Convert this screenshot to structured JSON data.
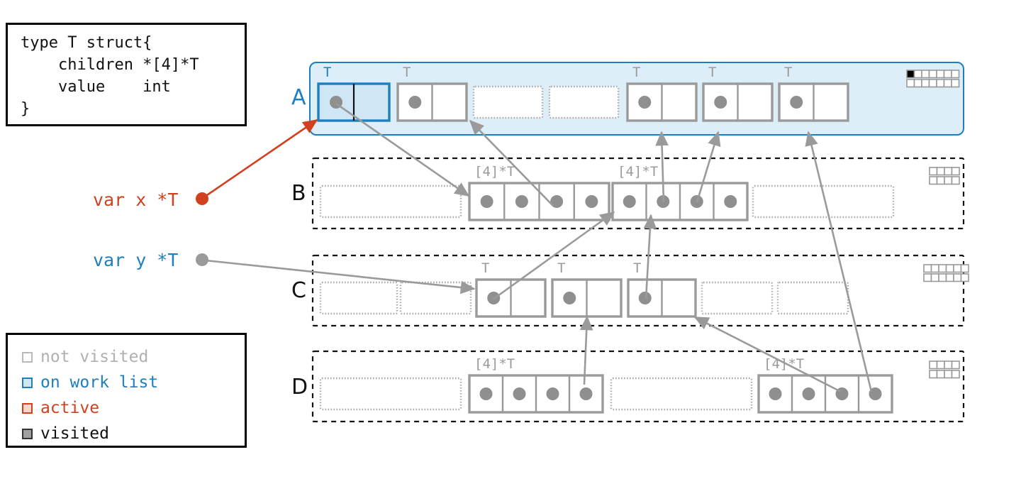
{
  "title": "Go garbage collector heap scan diagram",
  "code_box": {
    "name": "type-definition",
    "text": "type T struct{\n    children *[4]*T\n    value    int\n}"
  },
  "legend": {
    "title": "state legend",
    "items": [
      {
        "label": "not visited",
        "border": "#b9b9b9",
        "fill": "#ffffff",
        "text_color": "#b0b0b0"
      },
      {
        "label": "on work list",
        "border": "#1c7fc0",
        "fill": "#cfe6f5",
        "text_color": "#1c7fc0"
      },
      {
        "label": "active",
        "border": "#d1401f",
        "fill": "#f7d6cd",
        "text_color": "#d1401f"
      },
      {
        "label": "visited",
        "border": "#333333",
        "fill": "#a0a0a0",
        "text_color": "#111111"
      }
    ]
  },
  "variables": [
    {
      "name": "var-x",
      "label": "var x *T",
      "color": "#d1401f",
      "dot_color": "#d1401f",
      "points_to": "A.slot1"
    },
    {
      "name": "var-y",
      "label": "var y *T",
      "color": "#1c7fc0",
      "dot_color": "#9a9a9a",
      "points_to": "C.slot3"
    }
  ],
  "colors": {
    "accent_blue": "#1c7fc0",
    "accent_red": "#d1401f",
    "gray_border": "#9a9a9a",
    "gray_dot": "#8f8f8f",
    "span_a_fill": "#ddeef9",
    "span_a_border": "#1c7fc0",
    "selected_fill": "#cfe6f5",
    "black": "#111111"
  },
  "spans": [
    {
      "name": "span-A",
      "label": "A",
      "label_color": "#1c7fc0",
      "state": "on-work-list",
      "border_style": "solid",
      "object_type": "T",
      "bitmap": {
        "rows": 2,
        "cols": 7,
        "filled": [
          0
        ]
      },
      "slots": [
        {
          "index": 0,
          "kind": "object",
          "type_label": "T",
          "state": "on-work-list",
          "cells": 2,
          "dots": [
            0
          ]
        },
        {
          "index": 1,
          "kind": "object",
          "type_label": "T",
          "state": "not-visited",
          "cells": 2,
          "dots": [
            0
          ]
        },
        {
          "index": 2,
          "kind": "free",
          "type_label": "",
          "state": "free",
          "cells": 0,
          "dots": []
        },
        {
          "index": 3,
          "kind": "free",
          "type_label": "",
          "state": "free",
          "cells": 0,
          "dots": []
        },
        {
          "index": 4,
          "kind": "object",
          "type_label": "T",
          "state": "not-visited",
          "cells": 2,
          "dots": [
            0
          ]
        },
        {
          "index": 5,
          "kind": "object",
          "type_label": "T",
          "state": "not-visited",
          "cells": 2,
          "dots": [
            0
          ]
        },
        {
          "index": 6,
          "kind": "object",
          "type_label": "T",
          "state": "not-visited",
          "cells": 2,
          "dots": [
            0
          ]
        }
      ]
    },
    {
      "name": "span-B",
      "label": "B",
      "label_color": "#111111",
      "state": "not-visited",
      "border_style": "dashed",
      "object_type": "[4]*T",
      "bitmap": {
        "rows": 2,
        "cols": 4,
        "filled": []
      },
      "slots": [
        {
          "index": 0,
          "kind": "free",
          "type_label": "",
          "state": "free",
          "cells": 0,
          "dots": []
        },
        {
          "index": 1,
          "kind": "object",
          "type_label": "[4]*T",
          "state": "not-visited",
          "cells": 4,
          "dots": [
            0,
            1,
            2,
            3
          ]
        },
        {
          "index": 2,
          "kind": "object",
          "type_label": "[4]*T",
          "state": "not-visited",
          "cells": 4,
          "dots": [
            0,
            1,
            2,
            3
          ]
        },
        {
          "index": 3,
          "kind": "free",
          "type_label": "",
          "state": "free",
          "cells": 0,
          "dots": []
        }
      ]
    },
    {
      "name": "span-C",
      "label": "C",
      "label_color": "#111111",
      "state": "not-visited",
      "border_style": "dashed",
      "object_type": "T",
      "bitmap": {
        "rows": 2,
        "cols": 6,
        "filled": []
      },
      "slots": [
        {
          "index": 0,
          "kind": "free",
          "type_label": "",
          "state": "free",
          "cells": 0,
          "dots": []
        },
        {
          "index": 1,
          "kind": "free",
          "type_label": "",
          "state": "free",
          "cells": 0,
          "dots": []
        },
        {
          "index": 2,
          "kind": "object",
          "type_label": "T",
          "state": "not-visited",
          "cells": 2,
          "dots": [
            0
          ]
        },
        {
          "index": 3,
          "kind": "object",
          "type_label": "T",
          "state": "not-visited",
          "cells": 2,
          "dots": [
            0
          ]
        },
        {
          "index": 4,
          "kind": "object",
          "type_label": "T",
          "state": "not-visited",
          "cells": 2,
          "dots": [
            0
          ]
        },
        {
          "index": 5,
          "kind": "free",
          "type_label": "",
          "state": "free",
          "cells": 0,
          "dots": []
        },
        {
          "index": 6,
          "kind": "free",
          "type_label": "",
          "state": "free",
          "cells": 0,
          "dots": []
        }
      ]
    },
    {
      "name": "span-D",
      "label": "D",
      "label_color": "#111111",
      "state": "not-visited",
      "border_style": "dashed",
      "object_type": "[4]*T",
      "bitmap": {
        "rows": 2,
        "cols": 4,
        "filled": []
      },
      "slots": [
        {
          "index": 0,
          "kind": "free",
          "type_label": "",
          "state": "free",
          "cells": 0,
          "dots": []
        },
        {
          "index": 1,
          "kind": "object",
          "type_label": "[4]*T",
          "state": "not-visited",
          "cells": 4,
          "dots": [
            0,
            1,
            2,
            3
          ]
        },
        {
          "index": 2,
          "kind": "free",
          "type_label": "",
          "state": "free",
          "cells": 0,
          "dots": []
        },
        {
          "index": 3,
          "kind": "object",
          "type_label": "[4]*T",
          "state": "not-visited",
          "cells": 4,
          "dots": [
            0,
            1,
            2,
            3
          ]
        }
      ]
    }
  ],
  "pointer_arrows": [
    {
      "name": "arrow-x-to-A1",
      "from": "var x *T",
      "to": "A slot 1",
      "color": "#d1401f"
    },
    {
      "name": "arrow-A1-to-B2",
      "from": "A slot 1",
      "to": "B array 1",
      "color": "#9a9a9a"
    },
    {
      "name": "arrow-B2c3-to-A2",
      "from": "B array 1 cell 3",
      "to": "A slot 2",
      "color": "#9a9a9a"
    },
    {
      "name": "arrow-B3c1-to-A5",
      "from": "B array 2 cell 1",
      "to": "A slot 5",
      "color": "#9a9a9a"
    },
    {
      "name": "arrow-B3c2-to-A6",
      "from": "B array 2 cell 2",
      "to": "A slot 6",
      "color": "#9a9a9a"
    },
    {
      "name": "arrow-D4c4-to-A7",
      "from": "D array 2 cell 4",
      "to": "A slot 7",
      "color": "#9a9a9a"
    },
    {
      "name": "arrow-y-to-C3",
      "from": "var y *T",
      "to": "C slot 3",
      "color": "#9a9a9a"
    },
    {
      "name": "arrow-C3-to-B3",
      "from": "C slot 3",
      "to": "B array 2",
      "color": "#9a9a9a"
    },
    {
      "name": "arrow-C4-to-D2",
      "from": "D array 1 cell 4",
      "to": "C slot 4",
      "color": "#9a9a9a"
    },
    {
      "name": "arrow-C5-to-B3",
      "from": "C slot 5",
      "to": "B array 2",
      "color": "#9a9a9a"
    },
    {
      "name": "arrow-D4c3-to-C5",
      "from": "D array 2 cell 3",
      "to": "C slot 5",
      "color": "#9a9a9a"
    }
  ]
}
